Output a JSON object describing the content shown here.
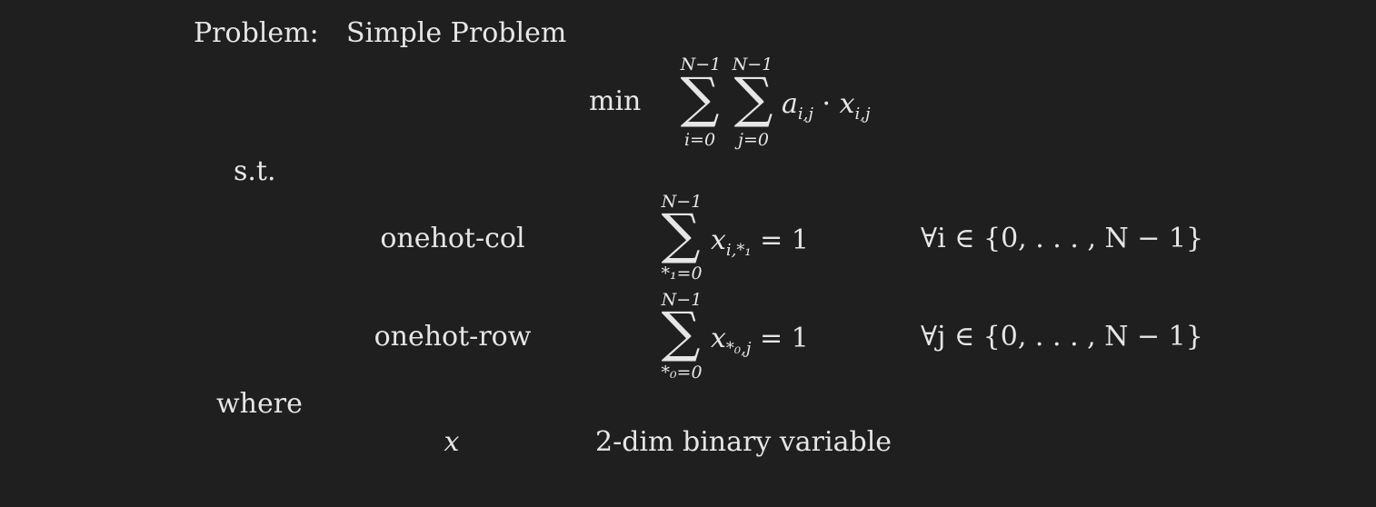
{
  "problem": {
    "label": "Problem:",
    "name": "Simple Problem"
  },
  "objective": {
    "keyword": "min",
    "sum1": {
      "upper": "N−1",
      "lower": "i=0"
    },
    "sum2": {
      "upper": "N−1",
      "lower": "j=0"
    },
    "term_a": "a",
    "term_a_sub": "i,j",
    "dot": "·",
    "term_x": "x",
    "term_x_sub": "i,j"
  },
  "st_label": "s.t.",
  "constraints": [
    {
      "name": "onehot-col",
      "sum": {
        "upper": "N−1",
        "lower": "*₁=0"
      },
      "var": "x",
      "var_sub": "i,*₁",
      "rhs": "= 1",
      "forall": "∀i ∈ {0, . . . , N − 1}"
    },
    {
      "name": "onehot-row",
      "sum": {
        "upper": "N−1",
        "lower": "*₀=0"
      },
      "var": "x",
      "var_sub": "*₀,j",
      "rhs": "= 1",
      "forall": "∀j ∈ {0, . . . , N − 1}"
    }
  ],
  "where_label": "where",
  "decision_variables": [
    {
      "symbol": "x",
      "description": "2-dim binary variable"
    }
  ]
}
